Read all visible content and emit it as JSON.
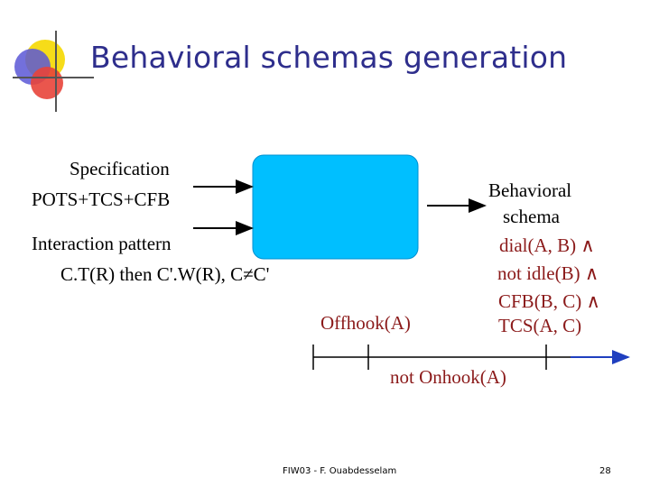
{
  "slide": {
    "title": "Behavioral schemas generation",
    "footer_left": "FIW03 - F. Ouabdesselam",
    "page_number": "28"
  },
  "inputs": {
    "specification_label": "Specification",
    "specification_value": "POTS+TCS+CFB",
    "pattern_label": "Interaction pattern",
    "pattern_value": "C.T(R) then C'.W(R), C≠C'"
  },
  "output": {
    "label_line1": "Behavioral",
    "label_line2": "schema",
    "formula_line1": "dial(A, B) ∧",
    "formula_line2": "not idle(B) ∧",
    "formula_line3": "CFB(B, C) ∧",
    "formula_line4": "TCS(A, C)"
  },
  "timeline": {
    "event_offhook": "Offhook(A)",
    "event_not_onhook": "not Onhook(A)"
  },
  "colors": {
    "title": "#2e2e8c",
    "process_box": "#00bfff",
    "formula_text": "#8b1a1a",
    "timeline_arrow": "#1f3fbf"
  }
}
